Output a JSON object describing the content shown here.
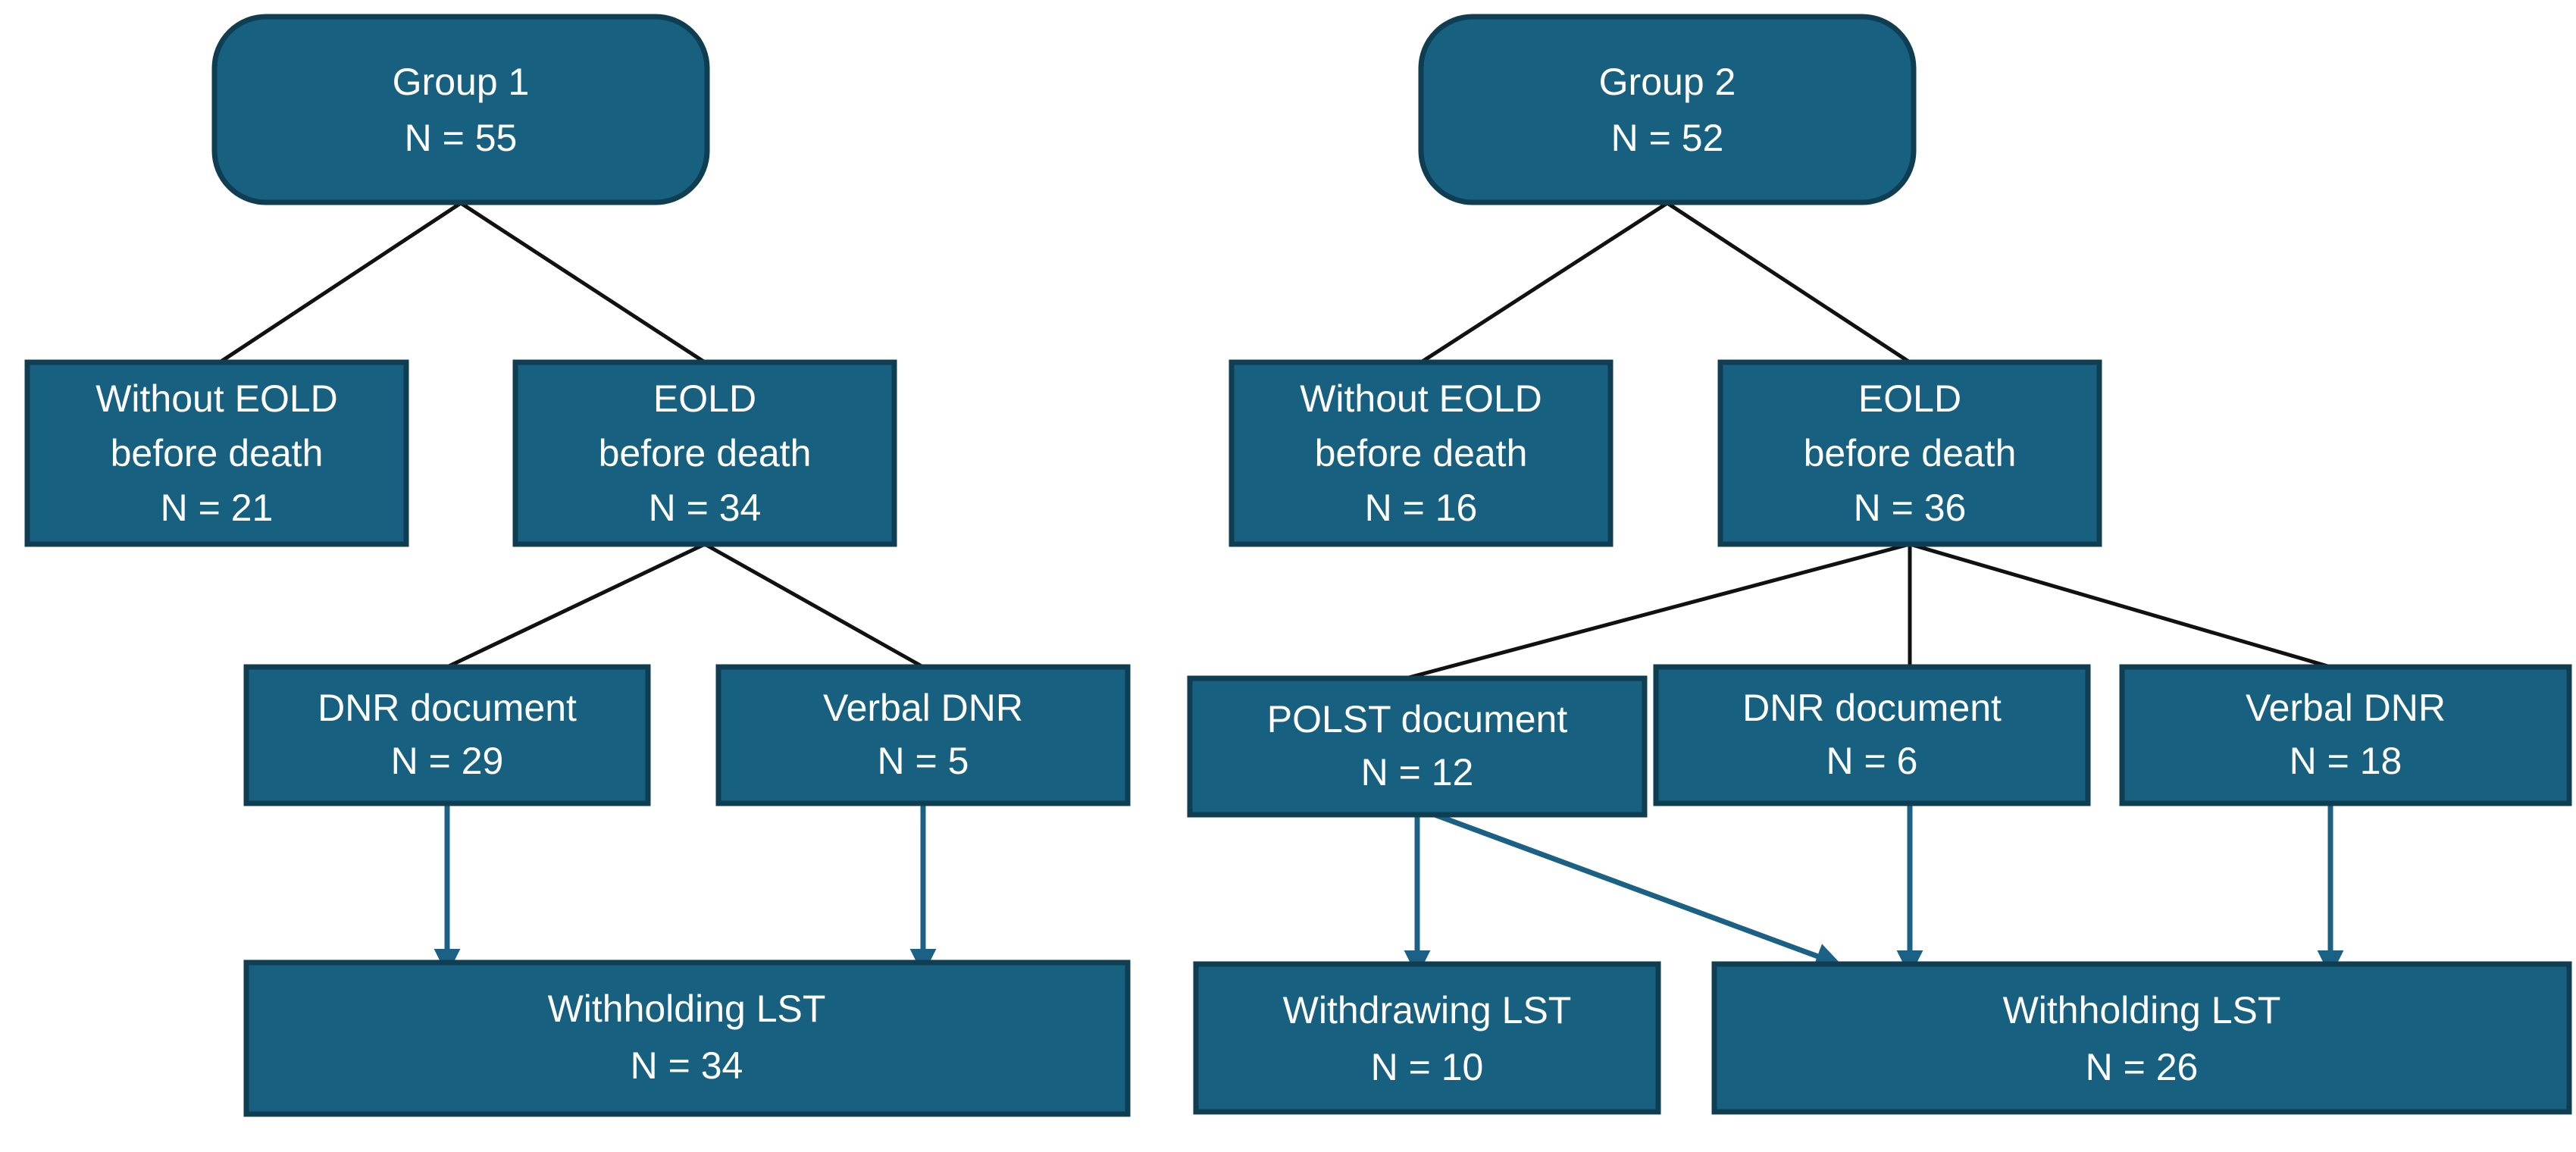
{
  "chart_data": {
    "type": "diagram",
    "title": "",
    "diagram_kind": "flowchart-tree",
    "background": "#ffffff",
    "node_fill": "#18607F",
    "node_border": "#0F3D52",
    "node_text_color": "#FFFFFF",
    "connector_color": "#111111",
    "arrow_color": "#1B6185",
    "groups": [
      {
        "id": "group1",
        "root": {
          "label": "Group 1",
          "count": "N = 55"
        },
        "level2": [
          {
            "label_line1": "Without EOLD",
            "label_line2": "before death",
            "count": "N = 21"
          },
          {
            "label_line1": "EOLD",
            "label_line2": "before death",
            "count": "N = 34"
          }
        ],
        "level3": [
          {
            "label": "DNR document",
            "count": "N = 29"
          },
          {
            "label": "Verbal DNR",
            "count": "N = 5"
          }
        ],
        "level4": [
          {
            "label": "Withholding LST",
            "count": "N = 34"
          }
        ]
      },
      {
        "id": "group2",
        "root": {
          "label": "Group 2",
          "count": "N = 52"
        },
        "level2": [
          {
            "label_line1": "Without EOLD",
            "label_line2": "before death",
            "count": "N = 16"
          },
          {
            "label_line1": "EOLD",
            "label_line2": "before death",
            "count": "N = 36"
          }
        ],
        "level3": [
          {
            "label": "POLST document",
            "count": "N = 12"
          },
          {
            "label": "DNR document",
            "count": "N = 6"
          },
          {
            "label": "Verbal DNR",
            "count": "N = 18"
          }
        ],
        "level4": [
          {
            "label": "Withdrawing LST",
            "count": "N = 10"
          },
          {
            "label": "Withholding LST",
            "count": "N = 26"
          }
        ]
      }
    ]
  },
  "g1": {
    "root_label": "Group 1",
    "root_count": "N = 55",
    "n2a_line1": "Without EOLD",
    "n2a_line2": "before death",
    "n2a_count": "N = 21",
    "n2b_line1": "EOLD",
    "n2b_line2": "before death",
    "n2b_count": "N = 34",
    "n3a_label": "DNR document",
    "n3a_count": "N = 29",
    "n3b_label": "Verbal DNR",
    "n3b_count": "N = 5",
    "n4a_label": "Withholding LST",
    "n4a_count": "N = 34"
  },
  "g2": {
    "root_label": "Group 2",
    "root_count": "N = 52",
    "n2a_line1": "Without EOLD",
    "n2a_line2": "before death",
    "n2a_count": "N = 16",
    "n2b_line1": "EOLD",
    "n2b_line2": "before death",
    "n2b_count": "N = 36",
    "n3a_label": "POLST document",
    "n3a_count": "N = 12",
    "n3b_label": "DNR document",
    "n3b_count": "N = 6",
    "n3c_label": "Verbal DNR",
    "n3c_count": "N = 18",
    "n4a_label": "Withdrawing LST",
    "n4a_count": "N = 10",
    "n4b_label": "Withholding LST",
    "n4b_count": "N = 26"
  }
}
